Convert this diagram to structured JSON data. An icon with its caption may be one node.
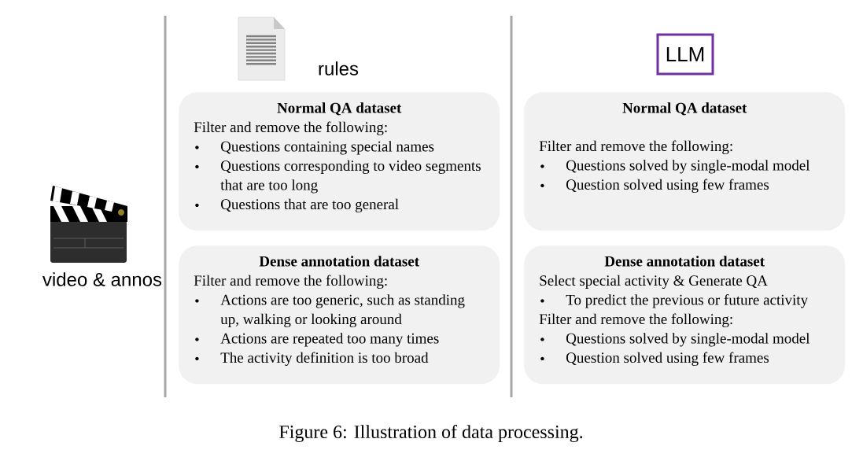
{
  "diagram": {
    "caption": "Figure 6: Illustration of data processing.",
    "nodes": [
      {
        "text": [
          "LLM"
        ]
      },
      {
        "text": [
          "Normal QA dataset",
          "Filter and remove the following:",
          "Questions containing special names",
          "Questions corresponding to video segments that are too long",
          "Questions that are too general"
        ]
      },
      {
        "text": [
          "Normal QA dataset",
          "Filter and remove the following:",
          "Questions solved by single-modal model",
          "Question solved using few frames"
        ]
      },
      {
        "text": [
          "Dense annotation dataset",
          "Filter and remove the following:",
          "Actions are too generic, such as standing up, walking or looking around",
          "Actions are repeated too many times",
          "The activity definition is too broad"
        ]
      },
      {
        "text": [
          "Dense annotation dataset",
          "Select special activity & Generate QA",
          "To predict the previous or future activity",
          "Filter and remove the following:",
          "Questions solved by single-modal model",
          "Question solved using few frames"
        ]
      }
    ],
    "labels": [
      "rules",
      "video & annos"
    ]
  }
}
